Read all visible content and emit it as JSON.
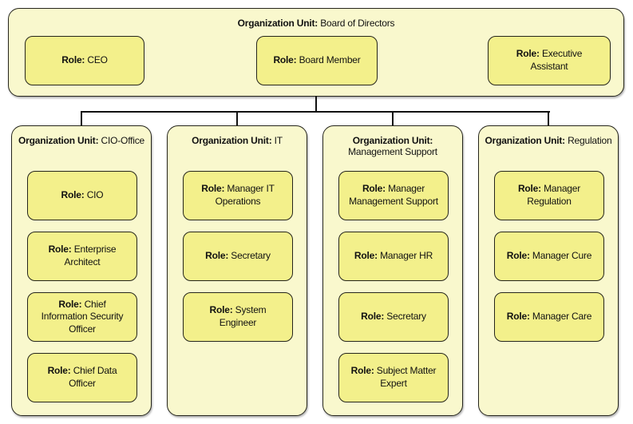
{
  "labels": {
    "org_unit": "Organization Unit:",
    "role": "Role:"
  },
  "top_unit": {
    "name": "Board of Directors",
    "roles": [
      "CEO",
      "Board Member",
      "Executive Assistant"
    ]
  },
  "units": [
    {
      "name": "CIO-Office",
      "roles": [
        "CIO",
        "Enterprise Architect",
        "Chief Information Security Officer",
        "Chief Data Officer"
      ]
    },
    {
      "name": "IT",
      "roles": [
        "Manager IT Operations",
        "Secretary",
        "System Engineer"
      ]
    },
    {
      "name": "Management Support",
      "roles": [
        "Manager Management Support",
        "Manager HR",
        "Secretary",
        "Subject Matter Expert"
      ]
    },
    {
      "name": "Regulation",
      "roles": [
        "Manager Regulation",
        "Manager Cure",
        "Manager Care"
      ]
    }
  ],
  "colors": {
    "unit_fill": "#f9f8cd",
    "role_fill": "#f3f08b",
    "border": "#25251c",
    "line": "#111111",
    "background": "#ffffff"
  }
}
